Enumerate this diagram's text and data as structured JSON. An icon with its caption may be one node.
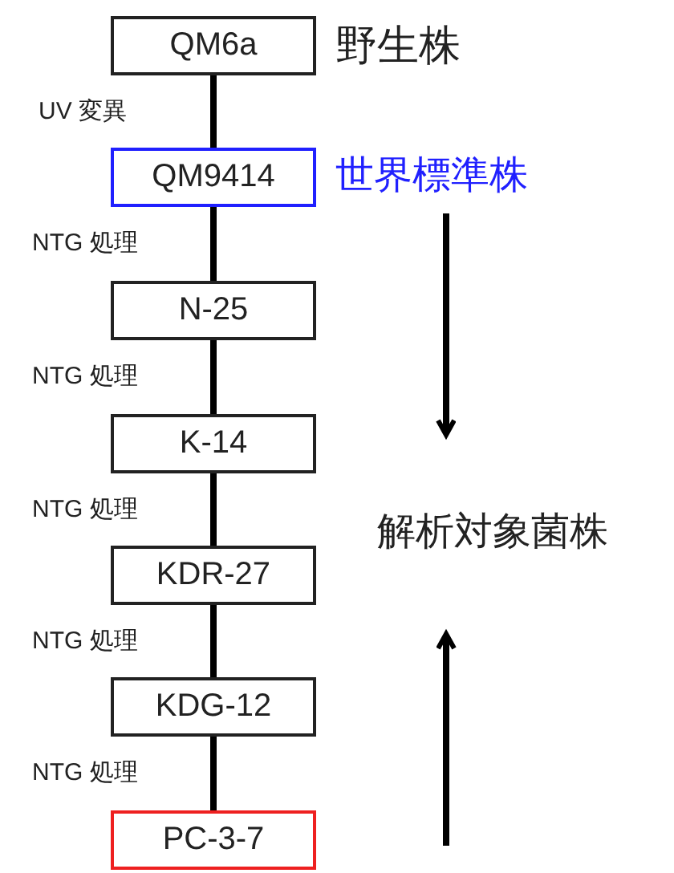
{
  "diagram": {
    "nodes": [
      {
        "text": [
          "QM6a"
        ],
        "beside": [
          "野生株"
        ]
      },
      {
        "text": [
          "QM9414"
        ],
        "beside": [
          "世界標準株"
        ]
      },
      {
        "text": [
          "N-25"
        ]
      },
      {
        "text": [
          "K-14"
        ]
      },
      {
        "text": [
          "KDR-27"
        ]
      },
      {
        "text": [
          "KDG-12"
        ]
      },
      {
        "text": [
          "PC-3-7"
        ]
      },
      {
        "text": [
          "解析対象菌株"
        ]
      }
    ],
    "edges": [
      {
        "from": 0,
        "to": 1,
        "arrow": "none",
        "label": "UV 変異"
      },
      {
        "from": 1,
        "to": 2,
        "arrow": "none",
        "label": "NTG 処理"
      },
      {
        "from": 2,
        "to": 3,
        "arrow": "none",
        "label": "NTG 処理"
      },
      {
        "from": 3,
        "to": 4,
        "arrow": "none",
        "label": "NTG 処理"
      },
      {
        "from": 4,
        "to": 5,
        "arrow": "none",
        "label": "NTG 処理"
      },
      {
        "from": 5,
        "to": 6,
        "arrow": "none",
        "label": "NTG 処理"
      },
      {
        "from": null,
        "to": 7,
        "arrow": "to"
      },
      {
        "from": null,
        "to": 7,
        "arrow": "to"
      }
    ]
  }
}
